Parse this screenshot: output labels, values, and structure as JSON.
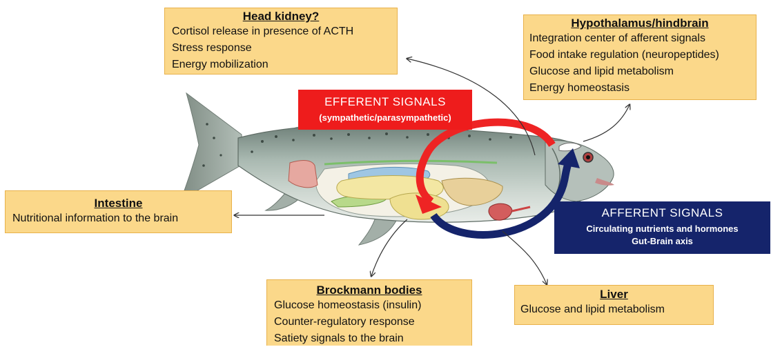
{
  "head_kidney": {
    "title": "Head kidney?",
    "lines": [
      "Cortisol release in presence of ACTH",
      "Stress response",
      "Energy mobilization"
    ]
  },
  "hypothalamus": {
    "title": "Hypothalamus/hindbrain",
    "lines": [
      "Integration center of afferent signals",
      "Food intake regulation (neuropeptides)",
      "Glucose and lipid metabolism",
      "Energy homeostasis"
    ]
  },
  "intestine": {
    "title": "Intestine",
    "lines": [
      "Nutritional information to the brain"
    ]
  },
  "brockmann": {
    "title": "Brockmann bodies",
    "lines": [
      "Glucose homeostasis (insulin)",
      "Counter-regulatory response",
      "Satiety signals to the brain"
    ]
  },
  "liver": {
    "title": "Liver",
    "lines": [
      "Glucose and lipid metabolism"
    ]
  },
  "efferent": {
    "title": "EFFERENT SIGNALS",
    "subtitle": "(sympathetic/parasympathetic)",
    "color": "#ee1c1c"
  },
  "afferent": {
    "title": "AFFERENT SIGNALS",
    "lines": [
      "Circulating nutrients and hormones",
      "Gut-Brain axis"
    ],
    "color": "#15246b"
  },
  "colors": {
    "box_fill": "#fbd88a",
    "box_border": "#e8b14a",
    "fish_body": "#9fb0a8",
    "arrow": "#333333"
  }
}
